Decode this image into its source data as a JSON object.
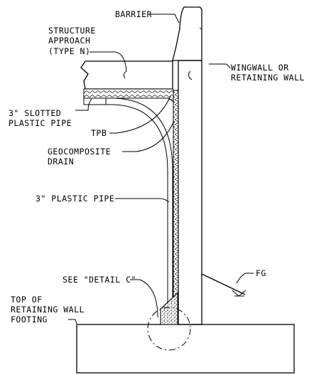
{
  "labels": {
    "barrier": "BARRIER",
    "approach_1": "STRUCTURE",
    "approach_2": "APPROACH",
    "approach_3": "(TYPE N)",
    "wingwall_1": "WINGWALL OR",
    "wingwall_2": "RETAINING WALL",
    "slotted_1": "3\" SLOTTED",
    "slotted_2": "PLASTIC PIPE",
    "tpb": "TPB",
    "geocomposite_1": "GEOCOMPOSITE",
    "geocomposite_2": "DRAIN",
    "plastic_pipe": "3\" PLASTIC PIPE",
    "fg": "FG",
    "detail_c": "SEE \"DETAIL C\"",
    "footing_1": "TOP OF",
    "footing_2": "RETAINING WALL",
    "footing_3": "FOOTING"
  },
  "colors": {
    "line": "#000000",
    "background": "#ffffff"
  }
}
